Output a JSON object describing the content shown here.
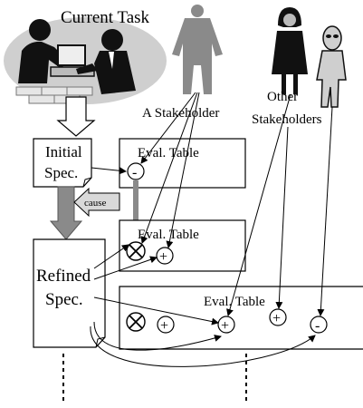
{
  "labels": {
    "current_task": "Current Task",
    "a_stakeholder": "A Stakeholder",
    "other_line1": "Other",
    "other_line2": "Stakeholders",
    "initial_line1": "Initial",
    "initial_line2": "Spec.",
    "refined_line1": "Refined",
    "refined_line2": "Spec.",
    "eval_table_1": "Eval. Table",
    "eval_table_2": "Eval. Table",
    "eval_table_3": "Eval. Table",
    "cause": "cause"
  },
  "symbols": {
    "minus": "-",
    "plus": "+"
  },
  "colors": {
    "arrow_gray": "#8a8a8a",
    "cause_gray": "#d9d9d9",
    "ellipse_gray": "#cfcfcf",
    "stroke": "#000000"
  }
}
